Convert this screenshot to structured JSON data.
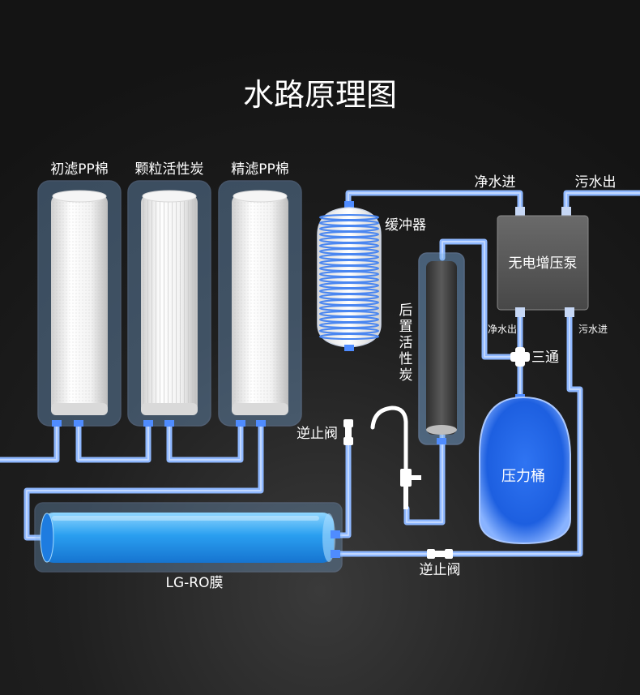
{
  "title": "水路原理图",
  "labels": {
    "filter1": "初滤PP棉",
    "filter2": "颗粒活性炭",
    "filter3": "精滤PP棉",
    "buffer": "缓冲器",
    "post_carbon": "后置活性炭",
    "pump": "无电增压泵",
    "pump_in": "净水进",
    "pump_out": "污水出",
    "pump_clean_out": "净水出",
    "pump_waste_in": "污水进",
    "tee": "三通",
    "check_valve_1": "逆止阀",
    "check_valve_2": "逆止阀",
    "tank": "压力桶",
    "membrane": "LG-RO膜"
  },
  "colors": {
    "background": "#1a1a1a",
    "pipe": "#8fb8ff",
    "pipe_core": "#c8dcff",
    "accent_blue": "#2a78f0",
    "text": "#ffffff"
  }
}
